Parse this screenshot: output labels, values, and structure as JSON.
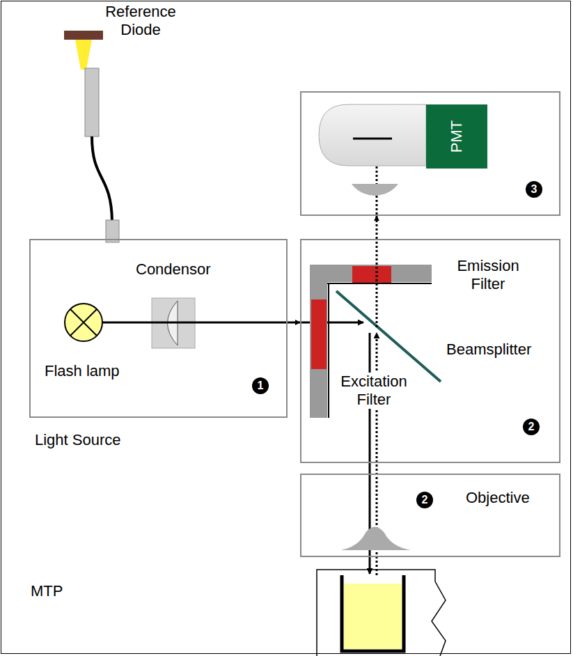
{
  "diagram": {
    "nodes": [
      {
        "text": [
          "Light Source",
          "Condensor",
          "Flash lamp",
          "1"
        ]
      },
      {
        "text": [
          "3"
        ]
      },
      {
        "text": [
          "PMT"
        ],
        "in": 1
      },
      {
        "text": [
          "Emission Filter",
          "Beamsplitter",
          "Excitation Filter",
          "2"
        ]
      },
      {
        "text": [
          "Objective",
          "2"
        ]
      }
    ],
    "edges": [
      {
        "from": 0,
        "to": 3,
        "arrow": "to"
      },
      {
        "from": 3,
        "to": 1,
        "arrow": "to"
      }
    ],
    "labels": [
      "Reference Diode",
      "MTP"
    ]
  }
}
